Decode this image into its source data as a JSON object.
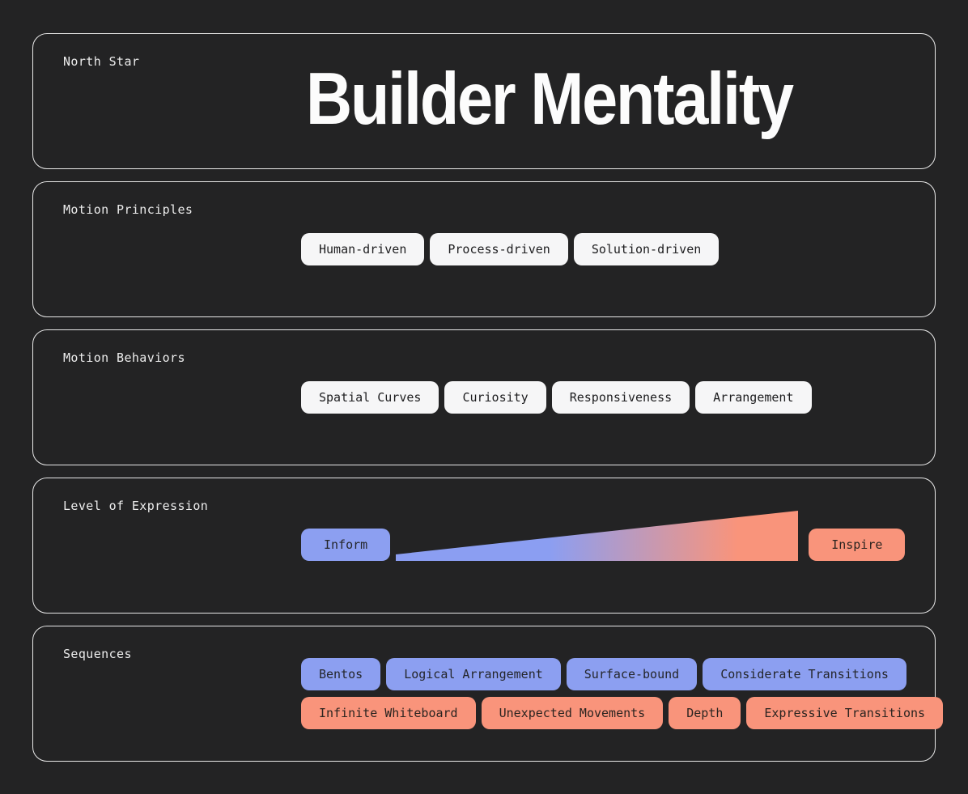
{
  "page": {
    "background": "#232324",
    "section_border": "#e8e8e8"
  },
  "colors": {
    "blue_accent": "#8c9ff1",
    "orange_accent": "#f9947b",
    "white_pill": "#f6f6f7",
    "title_text": "#fcfcfc",
    "label_text": "#ededed"
  },
  "sections": {
    "north_star": {
      "label": "North Star",
      "title": "Builder Mentality"
    },
    "motion_principles": {
      "label": "Motion Principles",
      "pills": [
        "Human-driven",
        "Process-driven",
        "Solution-driven"
      ]
    },
    "motion_behaviors": {
      "label": "Motion Behaviors",
      "pills": [
        "Spatial Curves",
        "Curiosity",
        "Responsiveness",
        "Arrangement"
      ]
    },
    "level_of_expression": {
      "label": "Level of Expression",
      "start_pill": "Inform",
      "end_pill": "Inspire",
      "gradient": {
        "from": "#8b9ef2",
        "to": "#f9947b"
      }
    },
    "sequences": {
      "label": "Sequences",
      "blue_row": [
        "Bentos",
        "Logical Arrangement",
        "Surface-bound",
        "Considerate Transitions"
      ],
      "orange_row": [
        "Infinite Whiteboard",
        "Unexpected Movements",
        "Depth",
        "Expressive Transitions"
      ]
    }
  }
}
